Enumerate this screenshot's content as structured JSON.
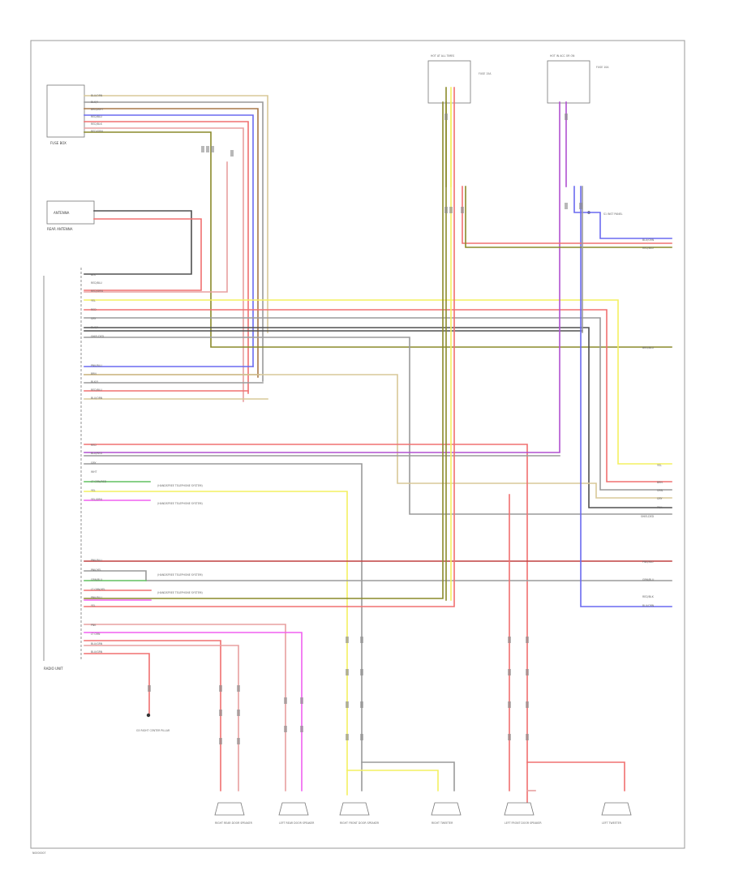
{
  "page_code": "N0000007",
  "colors": {
    "red": "#f07070",
    "pink": "#e8a0a0",
    "dark_red": "#c04040",
    "yellow": "#f4f060",
    "olive": "#8a8a2a",
    "tan": "#d8c898",
    "green": "#60c060",
    "blue": "#6a6af0",
    "violet": "#b050d0",
    "magenta": "#f060f0",
    "gray": "#9a9a9a",
    "dark_gray": "#505050",
    "brown": "#a87848",
    "black": "#222222",
    "white_wire": "#c8c8c8"
  },
  "components": {
    "radio_unit": {
      "label": "RADIO UNIT"
    },
    "fuse_box": {
      "label": "FUSE BOX"
    },
    "antenna": {
      "label": "ANTENNA",
      "sub": "REAR ANTENNA"
    },
    "speakers": [
      {
        "id": "rr_door",
        "label": "RIGHT REAR DOOR SPEAKER"
      },
      {
        "id": "lr_door",
        "label": "LEFT REAR DOOR SPEAKER"
      },
      {
        "id": "rf_door",
        "label": "RIGHT FRONT DOOR SPEAKER"
      },
      {
        "id": "r_tweeter",
        "label": "RIGHT TWEETER"
      },
      {
        "id": "lf_door",
        "label": "LEFT FRONT DOOR SPEAKER"
      },
      {
        "id": "l_tweeter",
        "label": "LEFT TWEETER"
      }
    ],
    "ground": {
      "label": "G5 RIGHT CENTER PILLAR"
    },
    "hot_left": {
      "title": "HOT AT ALL TIMES",
      "fuse": "FUSE 15A"
    },
    "hot_right": {
      "title": "HOT IN ACC OR ON",
      "fuse": "FUSE 10A"
    },
    "splice": {
      "label": "S1 INST PANEL"
    }
  },
  "wire_labels": {
    "top": [
      "BLU/ORN",
      "BLK/Y",
      "BRN/WHT",
      "RED/BLU",
      "RED/BLK",
      "RED/GRN"
    ],
    "mid": [
      "BLK",
      "RED/BLU",
      "RED/GRN",
      "YEL",
      "RED",
      "GRY",
      "BLK/Y",
      "SHIELDED"
    ],
    "mid2": [
      "PNK/BLU",
      "BRN",
      "BLK/Y",
      "RED/BLU",
      "BLU/ORN"
    ],
    "low": [
      "RED",
      "BLU/RED",
      "GRY",
      "WHT",
      "LT GRN/RED",
      "YEL",
      "YEL/GRN"
    ],
    "bottom": [
      "PNK/BLU",
      "PNK/YEL",
      "GRN/BLU",
      "LT GRN/YEL",
      "PNK/BLU",
      "YEL"
    ],
    "speaker": [
      "PNK",
      "LT GRN",
      "BLU/GRN",
      "BLU/GRN"
    ],
    "right_side": [
      "BLU/GRN",
      "RED/BLU",
      "BRN/BLU",
      "YEL",
      "BRN",
      "GRN",
      "GRY",
      "PNK",
      "SHIELDED",
      "PNK/BLU",
      "GRN/BLU",
      "RED/BLK",
      "BLU/ORN"
    ]
  },
  "notes": [
    "(HANDSFREE TELEPHONE SYSTEM)",
    "(HANDSFREE TELEPHONE SYSTEM)",
    "(HANDSFREE TELEPHONE SYSTEM)",
    "(HANDSFREE TELEPHONE SYSTEM)"
  ]
}
